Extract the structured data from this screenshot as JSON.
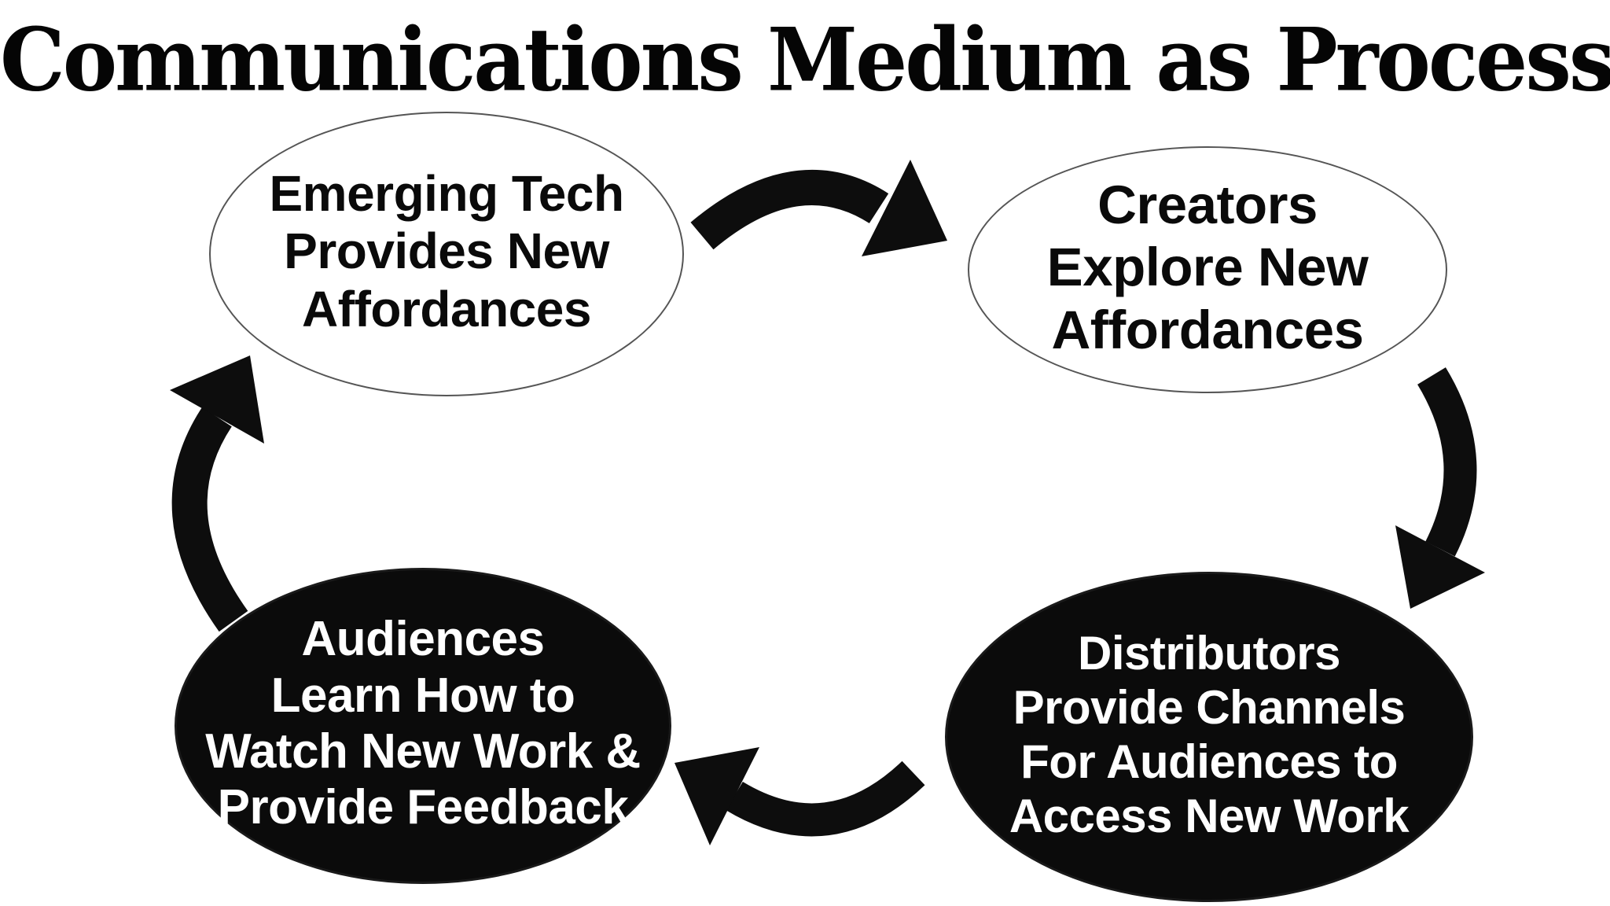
{
  "title": "Communications Medium as Process",
  "diagram": {
    "nodes": [
      {
        "id": "emerging-tech",
        "text": "Emerging Tech\nProvides New\nAffordances",
        "style": "light",
        "position": "top-left"
      },
      {
        "id": "creators",
        "text": "Creators\nExplore New\nAffordances",
        "style": "light",
        "position": "top-right"
      },
      {
        "id": "distributors",
        "text": "Distributors\nProvide Channels\nFor Audiences to\nAccess New Work",
        "style": "dark",
        "position": "bottom-right"
      },
      {
        "id": "audiences",
        "text": "Audiences\nLearn How to\nWatch New Work &\nProvide Feedback",
        "style": "dark",
        "position": "bottom-left"
      }
    ],
    "arrows": [
      {
        "id": "curved-arrow-top-icon",
        "from": "emerging-tech",
        "to": "creators",
        "direction": "clockwise"
      },
      {
        "id": "curved-arrow-right-icon",
        "from": "creators",
        "to": "distributors",
        "direction": "clockwise"
      },
      {
        "id": "curved-arrow-bottom-icon",
        "from": "distributors",
        "to": "audiences",
        "direction": "clockwise"
      },
      {
        "id": "curved-arrow-left-icon",
        "from": "audiences",
        "to": "emerging-tech",
        "direction": "clockwise"
      }
    ],
    "colors": {
      "background": "#ffffff",
      "title_text": "#050505",
      "node_light_fill": "#ffffff",
      "node_light_border": "#555555",
      "node_light_text": "#0a0a0a",
      "node_dark_fill": "#0b0b0b",
      "node_dark_text": "#ffffff",
      "arrow": "#0d0d0d"
    }
  }
}
